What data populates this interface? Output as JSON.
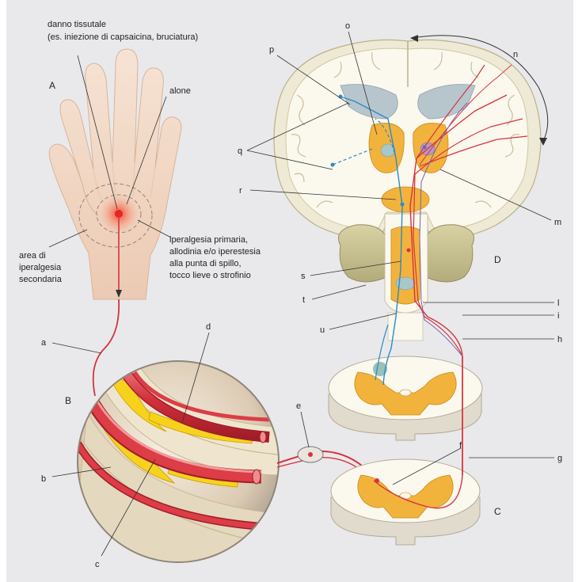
{
  "annotations": {
    "tissue_damage_line1": "danno tissutale",
    "tissue_damage_line2": "(es. iniezione di capsaicina, bruciatura)",
    "halo": "alone",
    "secondary_line1": "area di",
    "secondary_line2": "iperalgesia",
    "secondary_line3": "secondaria",
    "primary_line1": "iperalgesia primaria,",
    "primary_line2": "allodinia e/o iperestesia",
    "primary_line3": "alla punta di spillo,",
    "primary_line4": "tocco lieve o strofinio"
  },
  "panel_letters": {
    "a": "A",
    "b": "B",
    "c": "C",
    "d": "D"
  },
  "part_letters": {
    "a": "a",
    "b": "b",
    "c": "c",
    "d": "d",
    "e": "e",
    "f": "f",
    "g": "g",
    "h": "h",
    "i": "i",
    "l": "l",
    "m": "m",
    "n": "n",
    "o": "o",
    "p": "p",
    "q": "q",
    "r": "r",
    "s": "s",
    "t": "t",
    "u": "u"
  },
  "colors": {
    "background": "#e9e9eb",
    "skin": "#f3dccb",
    "neural_tissue": "#fbf7ef",
    "gray_matter": "#f2b33d",
    "nerve_red": "#d6333d",
    "pathway_blue": "#2b8bc6",
    "ventricle": "#b7c5cd"
  }
}
